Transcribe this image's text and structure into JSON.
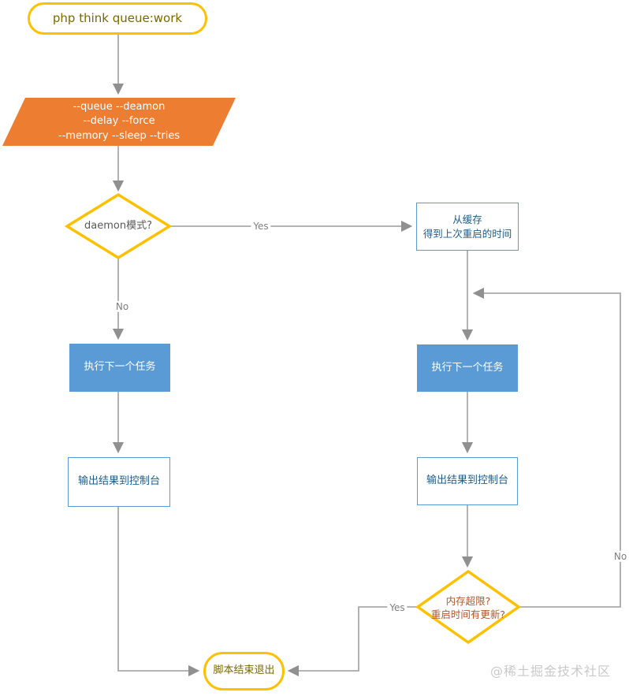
{
  "nodes": {
    "start": {
      "label": "php think queue:work"
    },
    "params": {
      "label": "--queue --deamon\n--delay --force\n--memory --sleep --tries"
    },
    "daemon_decision": {
      "label": "daemon模式?"
    },
    "get_restart_time": {
      "label": "从缓存\n得到上次重启的时间"
    },
    "exec_next_left": {
      "label": "执行下一个任务"
    },
    "output_left": {
      "label": "输出结果到控制台"
    },
    "exec_next_right": {
      "label": "执行下一个任务"
    },
    "output_right": {
      "label": "输出结果到控制台"
    },
    "memory_decision": {
      "label": "内存超限?\n重启时间有更新?"
    },
    "end": {
      "label": "脚本结束退出"
    }
  },
  "edge_labels": {
    "daemon_yes": "Yes",
    "daemon_no": "No",
    "memory_yes": "Yes",
    "memory_no": "No"
  },
  "watermark": "@稀土掘金技术社区",
  "colors": {
    "terminal_border": "#FFC000",
    "decision_border": "#FFC000",
    "process_fill": "#5B9BD5",
    "process_outline": "#5B9BD5",
    "io_fill": "#ED7D31",
    "connector": "#A9A9A9",
    "terminal_text": "#7A6800",
    "decision1_text": "#595959",
    "decision2_text": "#B2562A",
    "outline_text": "#1E5C8B"
  }
}
